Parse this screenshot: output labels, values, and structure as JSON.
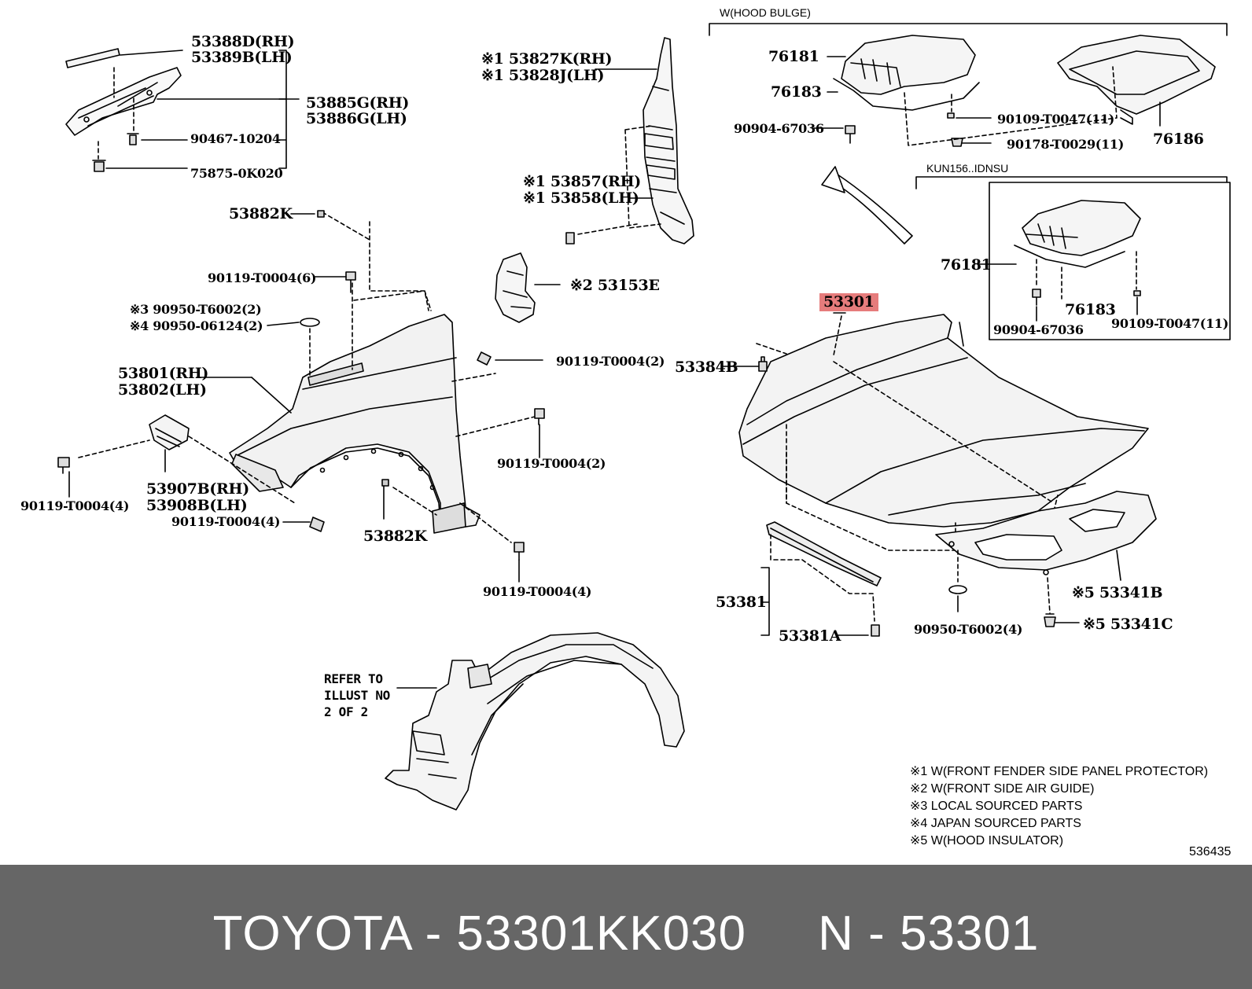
{
  "labels": {
    "hood_bulge_header": "W(HOOD BULGE)",
    "kun_header": "KUN156..IDNSU",
    "p53388d": "53388D(RH)",
    "p53389b": "53389B(LH)",
    "p53885g": "53885G(RH)",
    "p53886g": "53886G(LH)",
    "p90467": "90467-10204",
    "p75875": "75875-0K020",
    "p53827k": "※1 53827K(RH)",
    "p53828j": "※1 53828J(LH)",
    "p53857": "※1 53857(RH)",
    "p53858": "※1 53858(LH)",
    "p53153e": "※2 53153E",
    "p53882k_top": "53882K",
    "p90119_6": "90119-T0004(6)",
    "p90950_t6002_2": "※3 90950-T6002(2)",
    "p90950_06124": "※4 90950-06124(2)",
    "p90119_2a": "90119-T0004(2)",
    "p53801": "53801(RH)",
    "p53802": "53802(LH)",
    "p90119_2b": "90119-T0004(2)",
    "p53907b": "53907B(RH)",
    "p53908b": "53908B(LH)",
    "p90119_4a": "90119-T0004(4)",
    "p90119_4b": "90119-T0004(4)",
    "p53882k_bot": "53882K",
    "p90119_4c": "90119-T0004(4)",
    "refer_1": "REFER TO",
    "refer_2": "ILLUST NO",
    "refer_3": "2 OF 2",
    "p76181_a": "76181",
    "p76183_a": "76183",
    "p90904_a": "90904-67036",
    "p90109_a": "90109-T0047(11)",
    "p90178": "90178-T0029(11)",
    "p76186": "76186",
    "p76181_b": "76181",
    "p76183_b": "76183",
    "p90904_b": "90904-67036",
    "p90109_b": "90109-T0047(11)",
    "p53301": "53301",
    "p53384b": "53384B",
    "p53381": "53381",
    "p53381a": "53381A",
    "p90950_t6002_4": "90950-T6002(4)",
    "p53341b": "※5 53341B",
    "p53341c": "※5 53341C",
    "diagram_no": "536435"
  },
  "notes": [
    "※1 W(FRONT FENDER SIDE PANEL PROTECTOR)",
    "※2 W(FRONT SIDE AIR GUIDE)",
    "※3 LOCAL SOURCED PARTS",
    "※4 JAPAN SOURCED PARTS",
    "※5 W(HOOD INSULATOR)"
  ],
  "footer": {
    "text": "TOYOTA - 53301KK030     N - 53301"
  },
  "colors": {
    "highlight": "#e67c7c",
    "footer_bg": "#666666",
    "footer_text": "#ffffff"
  }
}
